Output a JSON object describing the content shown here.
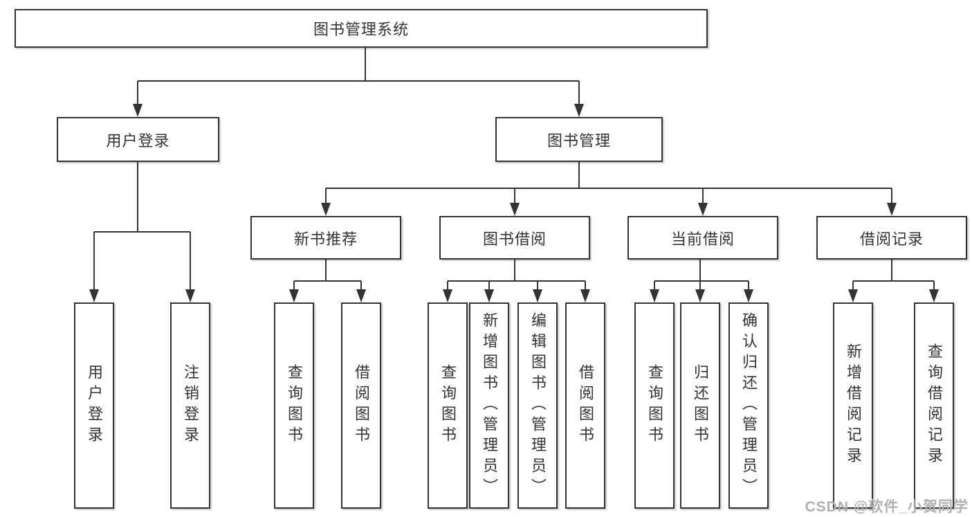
{
  "diagram": {
    "root": {
      "label": "图书管理系统"
    },
    "user_login": {
      "label": "用户登录",
      "children": [
        {
          "label": "用户登录"
        },
        {
          "label": "注销登录"
        }
      ]
    },
    "book_management": {
      "label": "图书管理",
      "sections": [
        {
          "label": "新书推荐",
          "children": [
            {
              "label": "查询图书"
            },
            {
              "label": "借阅图书"
            }
          ]
        },
        {
          "label": "图书借阅",
          "children": [
            {
              "label": "查询图书"
            },
            {
              "label": "新增图书（管理员）"
            },
            {
              "label": "编辑图书（管理员）"
            },
            {
              "label": "借阅图书"
            }
          ]
        },
        {
          "label": "当前借阅",
          "children": [
            {
              "label": "查询图书"
            },
            {
              "label": "归还图书"
            },
            {
              "label": "确认归还（管理员）"
            }
          ]
        },
        {
          "label": "借阅记录",
          "children": [
            {
              "label": "新增借阅记录"
            },
            {
              "label": "查询借阅记录"
            }
          ]
        }
      ]
    }
  },
  "watermark": {
    "text": "CSDN @软件_小贺同学",
    "color": "#b0b0b0"
  },
  "colors": {
    "line": "#333333",
    "box_border": "#333333",
    "text": "#333333",
    "background": "#ffffff"
  }
}
